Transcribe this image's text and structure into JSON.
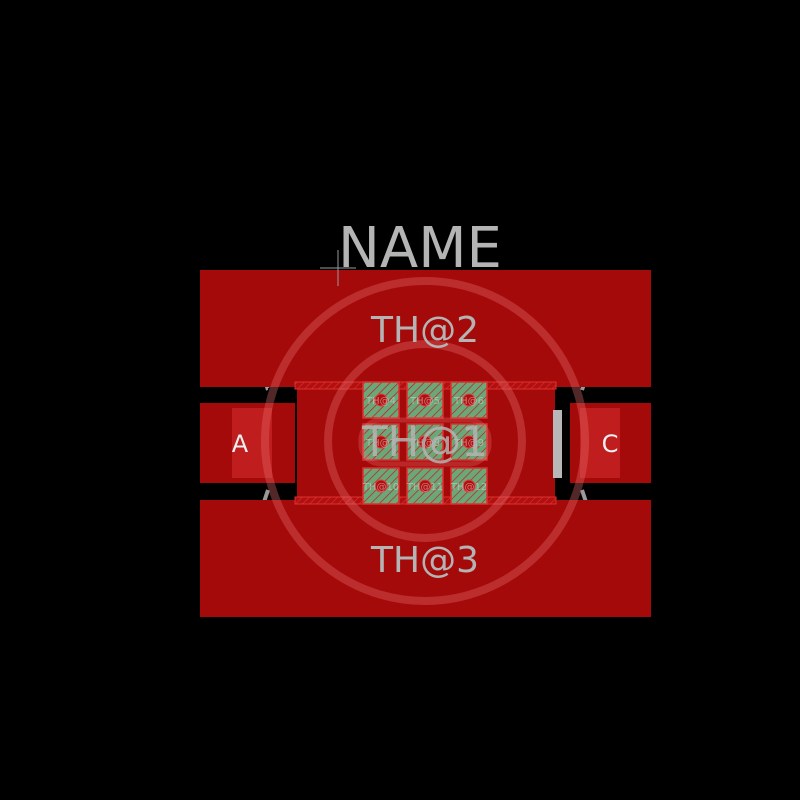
{
  "footprint": {
    "name_label": "NAME",
    "pads": {
      "top": "TH@2",
      "bottom": "TH@3",
      "left": "A",
      "right": "C",
      "center": "TH@1"
    },
    "via_labels": [
      "TH@4",
      "TH@5",
      "TH@6",
      "TH@7",
      "TH@8",
      "TH@9",
      "TH@10",
      "TH@11",
      "TH@12"
    ]
  },
  "colors": {
    "background": "#000000",
    "copper_top": "#a50a0a",
    "silkscreen": "#b4b4b4",
    "via_fill": "#5a9e6a",
    "via_hatch": "#cc1515",
    "outline": "#d03030"
  }
}
